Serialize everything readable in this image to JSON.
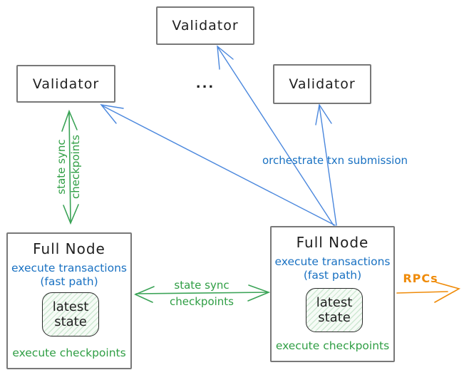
{
  "validators": [
    {
      "label": "Validator"
    },
    {
      "label": "Validator"
    },
    {
      "label": "Validator"
    }
  ],
  "ellipsis": "...",
  "full_nodes": [
    {
      "title": "Full Node",
      "line1": "execute transactions",
      "line2": "(fast path)",
      "state_box": {
        "line1": "latest",
        "line2": "state"
      },
      "footer": "execute checkpoints"
    },
    {
      "title": "Full Node",
      "line1": "execute transactions",
      "line2": "(fast path)",
      "state_box": {
        "line1": "latest",
        "line2": "state"
      },
      "footer": "execute checkpoints"
    }
  ],
  "edge_labels": {
    "vertical_state_sync": {
      "line1": "state sync",
      "line2": "checkpoints"
    },
    "horizontal_state_sync": {
      "line1": "state sync",
      "line2": "checkpoints"
    },
    "orchestrate": "orchestrate txn submission",
    "rpcs": "RPCs"
  },
  "colors": {
    "green": "#2f9e44",
    "blue_text": "#1971c2",
    "blue_arrow": "#4a87dd",
    "orange": "#ef8b09",
    "box_border": "#787878",
    "ink": "#1f1f1f",
    "state_fill": "#eaf6ea"
  }
}
